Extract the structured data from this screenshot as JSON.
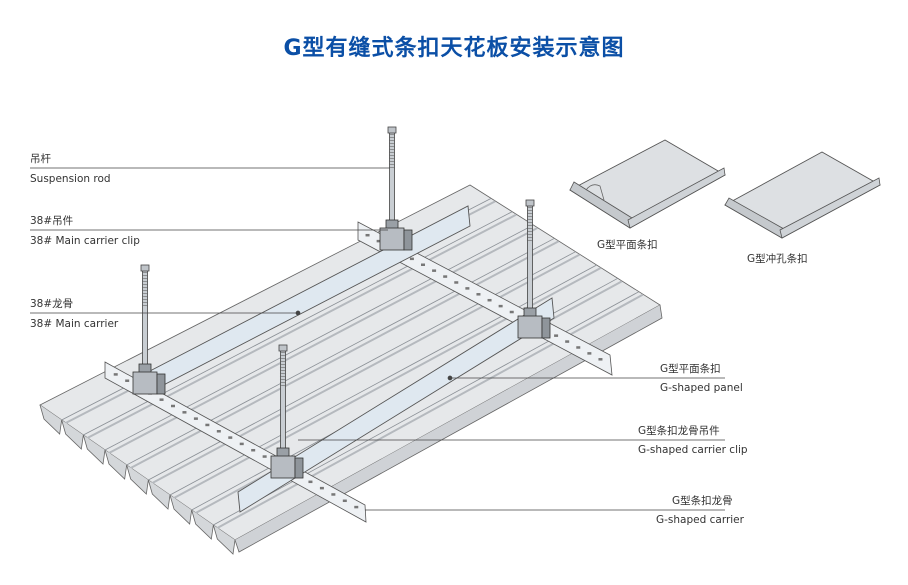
{
  "title": "G型有缝式条扣天花板安装示意图",
  "colors": {
    "title": "#0b4fa6",
    "line": "#555555",
    "panel": "#e4e6e8",
    "panel_dark": "#b9bcc0",
    "carrier": "#dfe7ef"
  },
  "callouts_left": [
    {
      "cn": "吊杆",
      "en": "Suspension rod"
    },
    {
      "cn": "38#吊件",
      "en": "38#  Main carrier clip"
    },
    {
      "cn": "38#龙骨",
      "en": "38# Main carrier"
    }
  ],
  "callouts_right": [
    {
      "cn": "G型平面条扣",
      "en": "G-shaped panel"
    },
    {
      "cn": "G型条扣龙骨吊件",
      "en": "G-shaped carrier clip"
    },
    {
      "cn": "G型条扣龙骨",
      "en": "G-shaped carrier"
    }
  ],
  "insets": [
    {
      "label": "G型平面条扣"
    },
    {
      "label": "G型冲孔条扣"
    }
  ]
}
